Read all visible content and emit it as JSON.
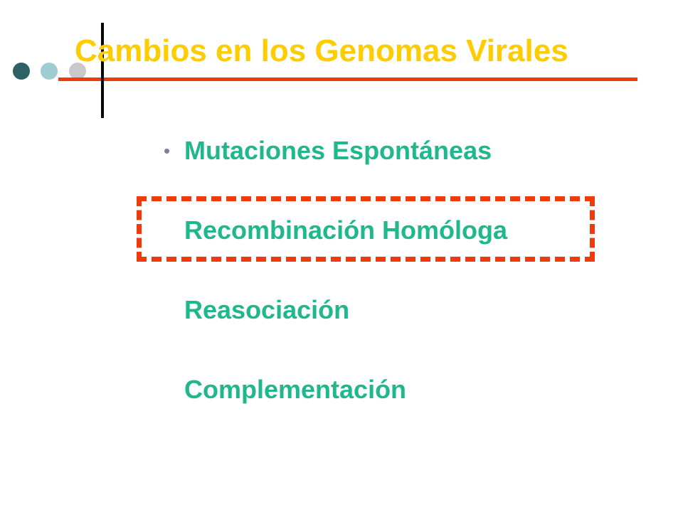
{
  "slide": {
    "title": "Cambios en los Genomas Virales",
    "bullet_glyph": "•",
    "items": [
      "Mutaciones Espontáneas",
      "Recombinación Homóloga",
      "Reasociación",
      "Complementación"
    ]
  },
  "colors": {
    "title": "#FFCC00",
    "item_text": "#1FB88C",
    "bullet": "#7A7FA6",
    "rule_line": "#F03A0B",
    "highlight_border": "#F03A0B",
    "dot_1": "#2E6166",
    "dot_2": "#9FCCD2",
    "dot_3": "#C9C9C9"
  }
}
